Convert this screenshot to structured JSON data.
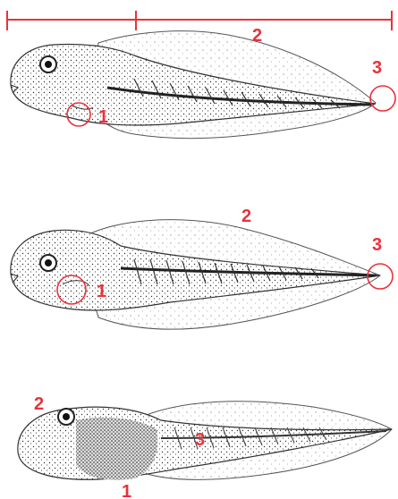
{
  "colors": {
    "annotation": "#e8323a",
    "ink": "#2b2b2b",
    "body": "#f7f7f4"
  },
  "panels": [
    {
      "labels": [
        "1",
        "2",
        "3"
      ]
    },
    {
      "labels": [
        "1",
        "2",
        "3"
      ]
    },
    {
      "labels": [
        "1",
        "2",
        "3"
      ]
    }
  ]
}
